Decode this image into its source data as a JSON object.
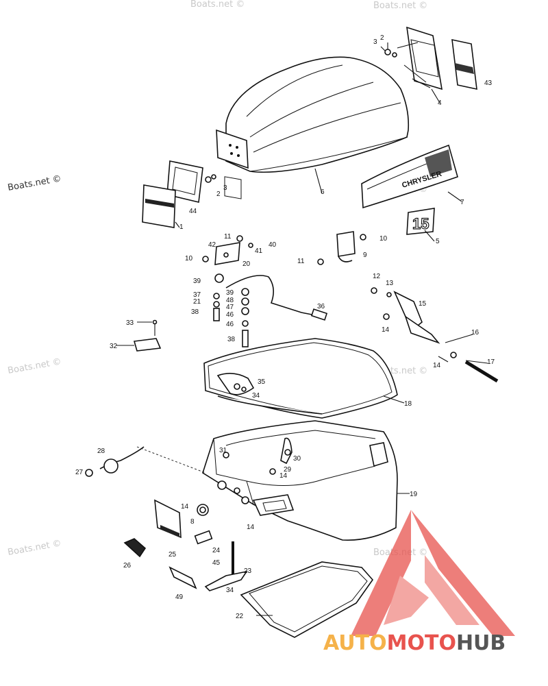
{
  "watermark": "Boats.net ©",
  "decal_brand": "CHRYSLER",
  "decal_number": "15",
  "logo": {
    "word_auto": "AUTO",
    "word_moto": "MOTO",
    "word_hub": "HUB",
    "color_auto": "#f5b24a",
    "color_moto": "#e8534e",
    "color_hub": "#555555"
  },
  "callouts": [
    "1",
    "2",
    "3",
    "4",
    "5",
    "6",
    "7",
    "8",
    "9",
    "10",
    "11",
    "12",
    "13",
    "14",
    "15",
    "16",
    "17",
    "18",
    "19",
    "20",
    "21",
    "22",
    "23",
    "24",
    "25",
    "26",
    "27",
    "28",
    "29",
    "30",
    "31",
    "32",
    "33",
    "34",
    "35",
    "36",
    "37",
    "38",
    "39",
    "40",
    "41",
    "42",
    "43",
    "44",
    "45",
    "46",
    "47",
    "48",
    "49"
  ]
}
